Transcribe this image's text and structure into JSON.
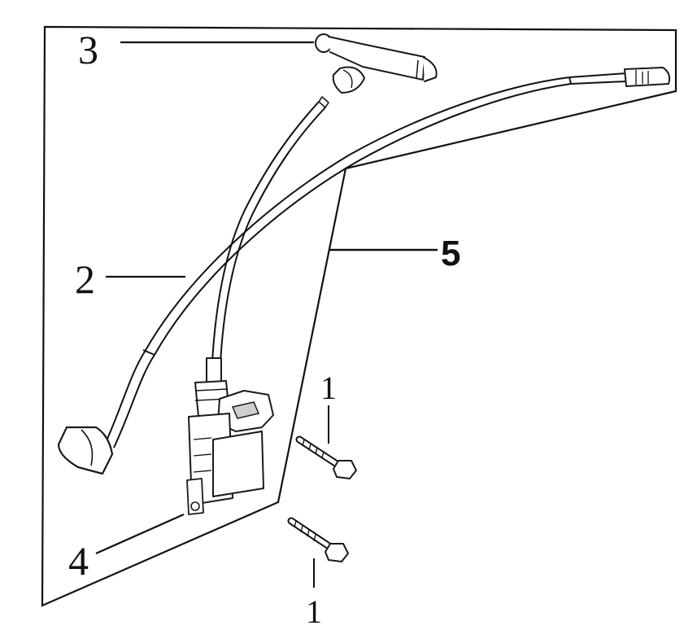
{
  "callouts": {
    "bolt_upper": "1",
    "bolt_lower": "1",
    "high_tension_cord": "2",
    "spark_plug_cap": "3",
    "ignition_coil": "4",
    "panel": "5"
  },
  "colors": {
    "line": "#111111",
    "background": "#ffffff"
  }
}
